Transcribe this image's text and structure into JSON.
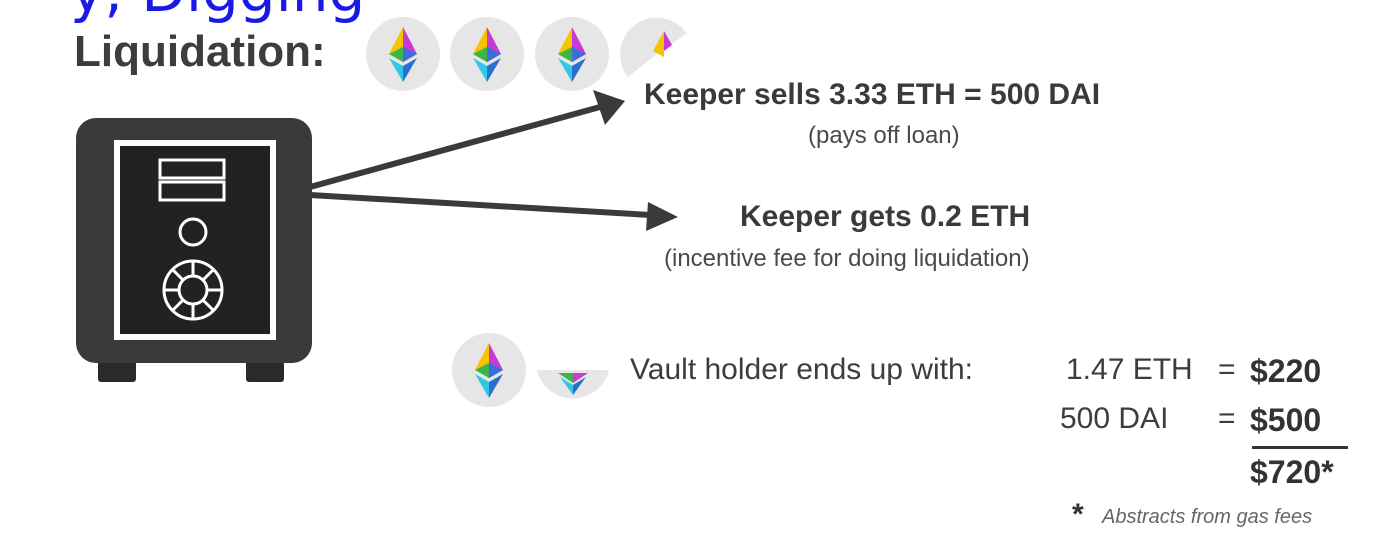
{
  "heading_cut": "y, Digging",
  "title": "Liquidation:",
  "keeper_sells": {
    "title": "Keeper sells 3.33 ETH = 500 DAI",
    "subtitle": "(pays off loan)"
  },
  "keeper_gets": {
    "title": "Keeper gets 0.2 ETH",
    "subtitle": "(incentive fee for doing liquidation)"
  },
  "vault_holder": {
    "label": "Vault holder ends up with:",
    "eth_amount": "1.47 ETH",
    "eth_eq": "=",
    "eth_usd": "$220",
    "dai_amount": "500 DAI",
    "dai_eq": "=",
    "dai_usd": "$500",
    "total": "$720*"
  },
  "footnote": {
    "star": "*",
    "text": "Abstracts from gas fees"
  },
  "icons": {
    "coin": "ethereum-coin-icon",
    "vault": "safe-vault-icon"
  },
  "colors": {
    "text": "#3a3a3a",
    "coin_bg": "#e6e6e6",
    "vault_body": "#3a3a3a",
    "arrow": "#3a3a3a",
    "heading_cut": "#1a1ae6"
  }
}
